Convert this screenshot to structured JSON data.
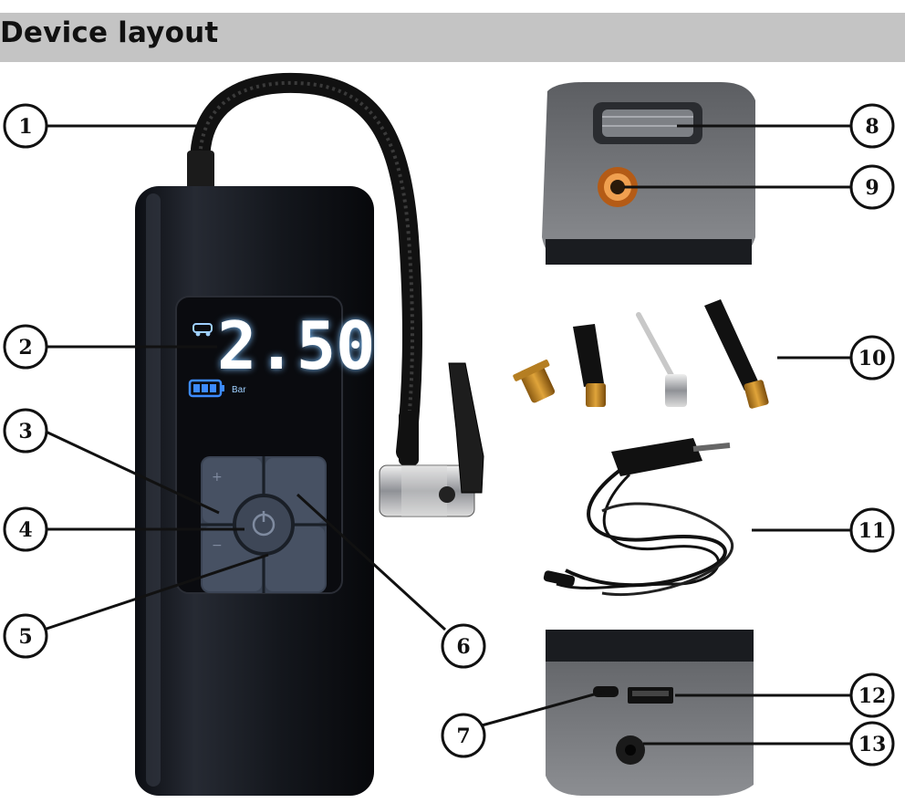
{
  "header": {
    "title": "Device layout"
  },
  "display": {
    "reading": "2.50",
    "unit": "Bar"
  },
  "callouts": [
    "1",
    "2",
    "3",
    "4",
    "5",
    "6",
    "7",
    "8",
    "9",
    "10",
    "11",
    "12",
    "13"
  ],
  "colors": {
    "header_bg": "#c4c4c4",
    "device_body": "#14161c",
    "lcd_glow": "#9fd0ff",
    "battery": "#3d8bff"
  }
}
